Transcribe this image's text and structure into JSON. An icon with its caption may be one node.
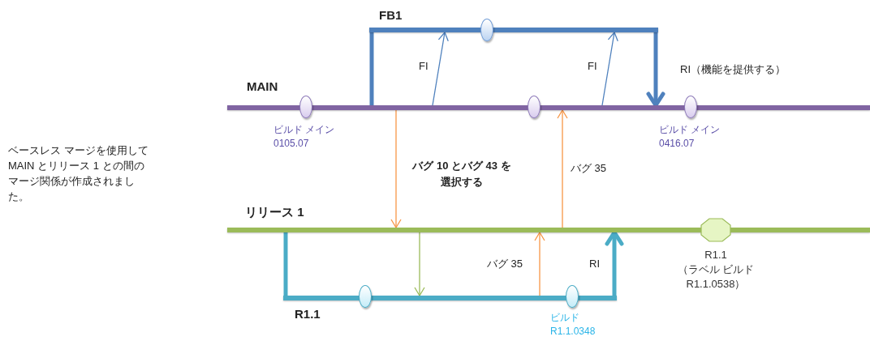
{
  "diagram": {
    "nodes": [
      {
        "text": [
          "MAIN"
        ]
      },
      {
        "text": [
          "FB1"
        ]
      },
      {
        "text": [
          "リリース 1"
        ]
      },
      {
        "text": [
          "R1.1"
        ]
      },
      {
        "text": [],
        "shape": "ellipse",
        "beside": [
          "ビルド メイン 0105.07"
        ]
      },
      {
        "text": [],
        "shape": "ellipse"
      },
      {
        "text": [],
        "shape": "ellipse"
      },
      {
        "text": [],
        "shape": "ellipse",
        "beside": [
          "ビルド メイン 0416.07"
        ]
      },
      {
        "text": [],
        "shape": "octagon",
        "beside": [
          "R1.1",
          "（ラベル ビルド R1.1.0538）"
        ]
      },
      {
        "text": [],
        "shape": "ellipse"
      },
      {
        "text": [],
        "shape": "ellipse",
        "beside": [
          "ビルド R1.1.0348"
        ]
      }
    ],
    "edges": [
      {
        "from": 0,
        "to": 1,
        "arrow": "none",
        "style": "thick",
        "color": "#4f81bd"
      },
      {
        "from": 0,
        "to": 1,
        "arrow": "to",
        "label": "FI",
        "color": "#4f81bd"
      },
      {
        "from": 0,
        "to": 1,
        "arrow": "to",
        "label": "FI",
        "color": "#4f81bd"
      },
      {
        "from": 1,
        "to": 0,
        "arrow": "to",
        "label": "RI（機能を提供する）",
        "style": "thick",
        "color": "#4f81bd"
      },
      {
        "from": 0,
        "to": 2,
        "arrow": "to",
        "label": "バグ 10 とバグ 43 を選択する",
        "color": "#f79646"
      },
      {
        "from": 2,
        "to": 0,
        "arrow": "to",
        "label": "バグ 35",
        "color": "#f79646"
      },
      {
        "from": 2,
        "to": 3,
        "arrow": "none",
        "style": "thick",
        "color": "#4bacc6"
      },
      {
        "from": 2,
        "to": 3,
        "arrow": "to",
        "color": "#9bbb59"
      },
      {
        "from": 3,
        "to": 2,
        "arrow": "to",
        "label": "バグ 35",
        "color": "#f79646"
      },
      {
        "from": 3,
        "to": 2,
        "arrow": "to",
        "label": "RI",
        "style": "thick",
        "color": "#4bacc6"
      }
    ],
    "labels": [
      "ベースレス マージを使用してMAIN とリリース 1 との間のマージ関係が作成されました。"
    ]
  }
}
